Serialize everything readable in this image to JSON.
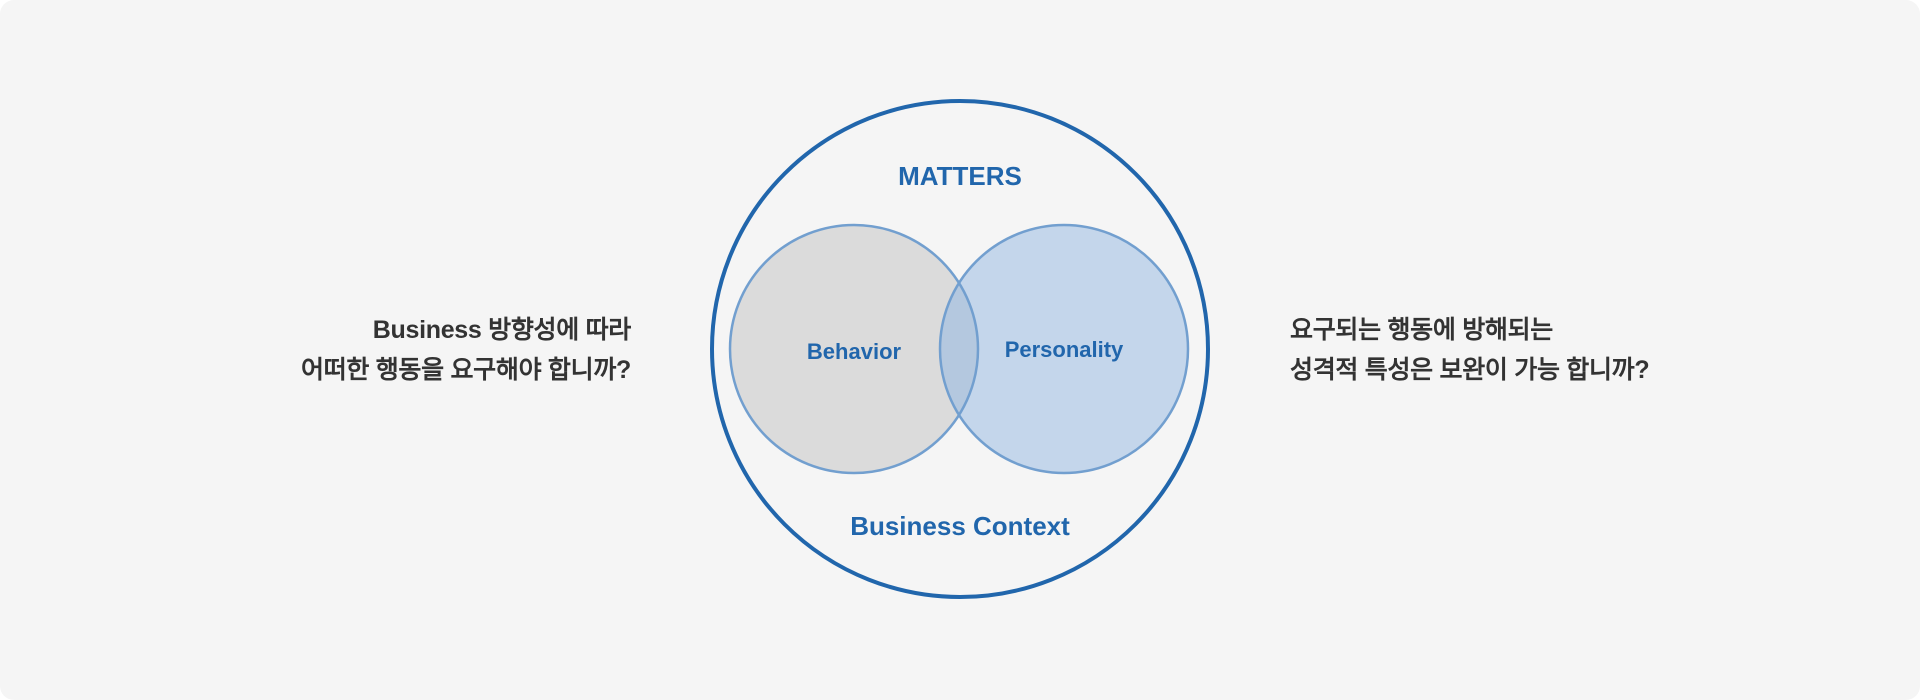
{
  "left_question": {
    "line1": "Business 방향성에 따라",
    "line2": "어떠한 행동을 요구해야 합니까?"
  },
  "right_question": {
    "line1": "요구되는 행동에 방해되는",
    "line2": "성격적 특성은 보완이 가능 합니까?"
  },
  "diagram": {
    "top_label": "MATTERS",
    "bottom_label": "Business Context",
    "left_circle_label": "Behavior",
    "right_circle_label": "Personality"
  },
  "colors": {
    "background": "#f5f5f5",
    "outer_ring": "#2166ac",
    "label_blue": "#2166ac",
    "behavior_fill": "#dbdbdb",
    "personality_fill": "#c4d6eb",
    "overlap_fill": "#b4c8df",
    "inner_stroke": "#729fcf",
    "question_text": "#333333"
  }
}
